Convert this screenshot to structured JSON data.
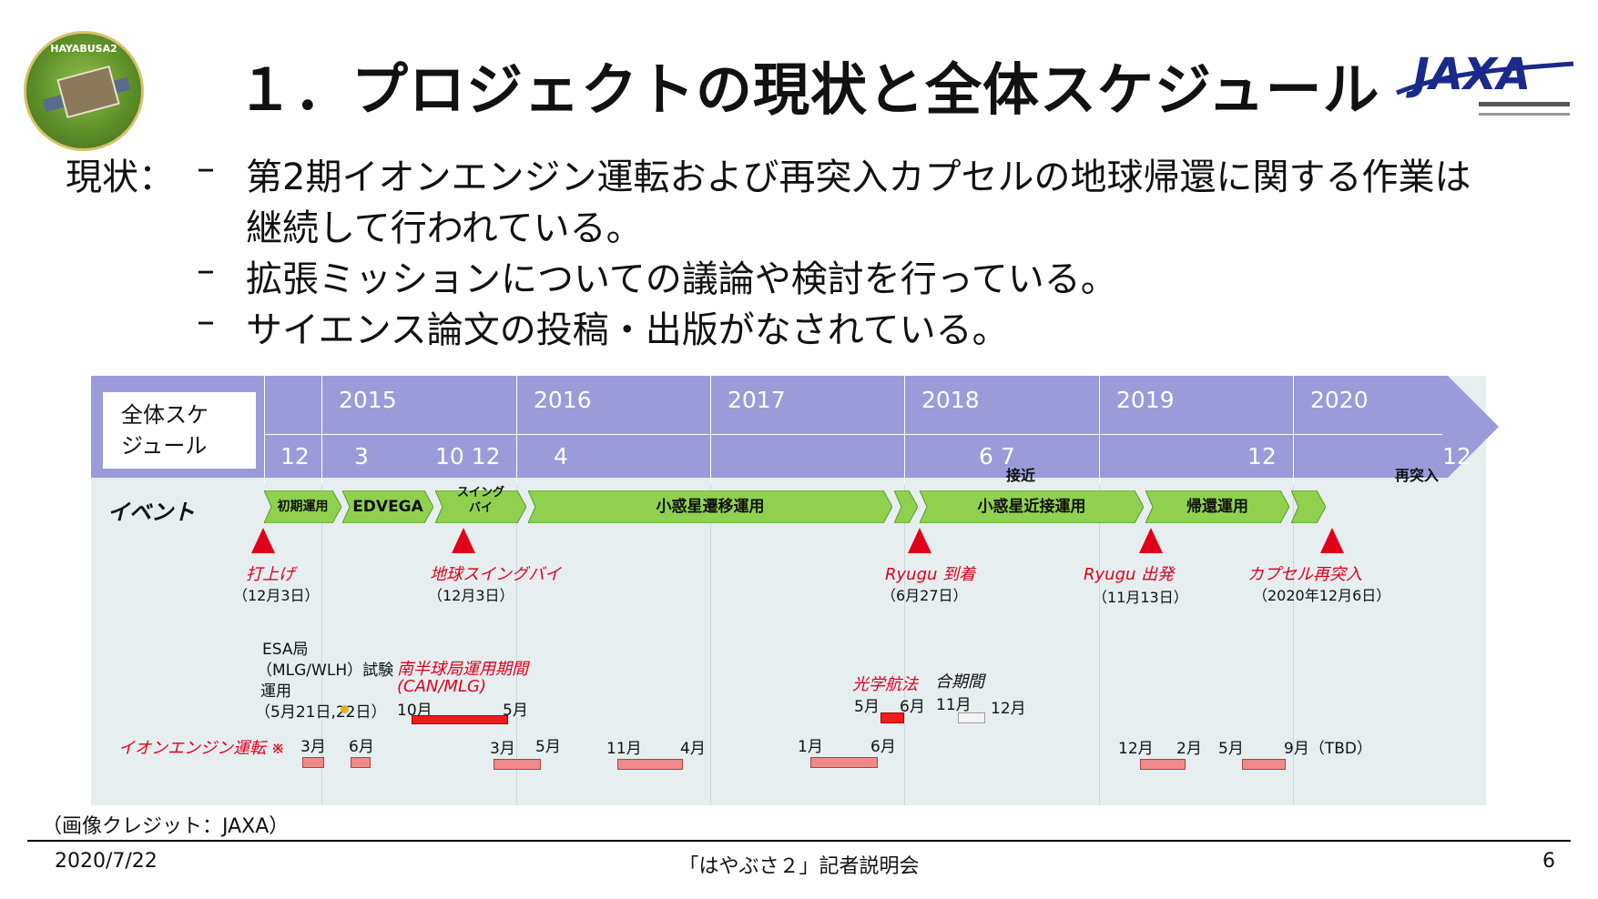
{
  "slide": {
    "title": "１．プロジェクトの現状と全体スケジュール",
    "mission_logo_text": "HAYABUSA2",
    "agency_logo_text": "JAXA"
  },
  "status": {
    "label": "現状：",
    "dash": "–",
    "bullets": [
      {
        "line1": "第2期イオンエンジン運転および再突入カプセルの地球帰還に関する作業は",
        "line2": "継続して行われている。"
      },
      {
        "line1": "拡張ミッションについての議論や検討を行っている。"
      },
      {
        "line1": "サイエンス論文の投稿・出版がなされている。"
      }
    ]
  },
  "timeline": {
    "schedule_label_1": "全体スケ",
    "schedule_label_2": "ジュール",
    "years": [
      "2015",
      "2016",
      "2017",
      "2018",
      "2019",
      "2020"
    ],
    "months": [
      "12",
      "3",
      "10 12",
      "4",
      "6 7",
      "12",
      "12"
    ],
    "event_row_label": "イベント",
    "phases": [
      "初期運用",
      "EDVEGA",
      "スイング",
      "バイ",
      "小惑星遷移運用",
      "接近",
      "小惑星近接運用",
      "帰還運用",
      "再突入"
    ],
    "events": [
      {
        "name": "打上げ",
        "date": "（12月3日）"
      },
      {
        "name": "地球スイングバイ",
        "date": "（12月3日）"
      },
      {
        "name": "Ryugu 到着",
        "date": "（6月27日）"
      },
      {
        "name": "Ryugu 出発",
        "date": "（11月13日）"
      },
      {
        "name": "カプセル再突入",
        "date": "（2020年12月6日）"
      }
    ],
    "esa": {
      "line1": "ESA局",
      "line2": "（MLG/WLH）試験",
      "line3": "運用",
      "line4": "（5月21日,22日）"
    },
    "southern": {
      "line1": "南半球局運用期間",
      "line2": "(CAN/MLG)",
      "start": "10月",
      "end": "5月"
    },
    "optical": {
      "label": "光学航法",
      "start": "5月",
      "end": "6月"
    },
    "conjunction": {
      "label": "合期間",
      "start": "11月",
      "end": "12月"
    },
    "ion_engine": {
      "label": "イオンエンジン運転 ※",
      "ticks": [
        "3月",
        "6月",
        "3月",
        "5月",
        "11月",
        "4月",
        "1月",
        "6月",
        "12月",
        "2月",
        "5月",
        "9月（TBD）"
      ]
    }
  },
  "credit": "（画像クレジット：JAXA）",
  "footer": {
    "date": "2020/7/22",
    "event": "「はやぶさ２」記者説明会",
    "page": "6"
  },
  "colors": {
    "header_band": "#9b9bd9",
    "timeline_bg": "#e6eef0",
    "phase_green": "#8fd14f",
    "event_red": "#e0001a"
  }
}
